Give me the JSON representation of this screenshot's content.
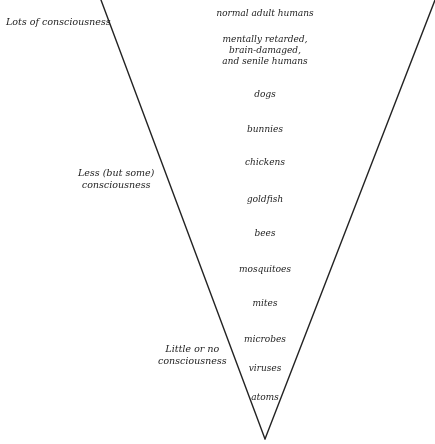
{
  "side_labels": {
    "top": "Lots of consciousness",
    "middle": [
      "Less (but some)",
      "consciousness"
    ],
    "bottom": [
      "Little or no",
      "consciousness"
    ]
  },
  "scale_items": [
    [
      "normal adult humans"
    ],
    [
      "mentally retarded,",
      "brain-damaged,",
      "and senile humans"
    ],
    [
      "dogs"
    ],
    [
      "bunnies"
    ],
    [
      "chickens"
    ],
    [
      "goldfish"
    ],
    [
      "bees"
    ],
    [
      "mosquitoes"
    ],
    [
      "mites"
    ],
    [
      "microbes"
    ],
    [
      "viruses"
    ],
    [
      "atoms"
    ]
  ],
  "colors": {
    "line": "#222222",
    "text": "#222222",
    "background": "#ffffff"
  }
}
